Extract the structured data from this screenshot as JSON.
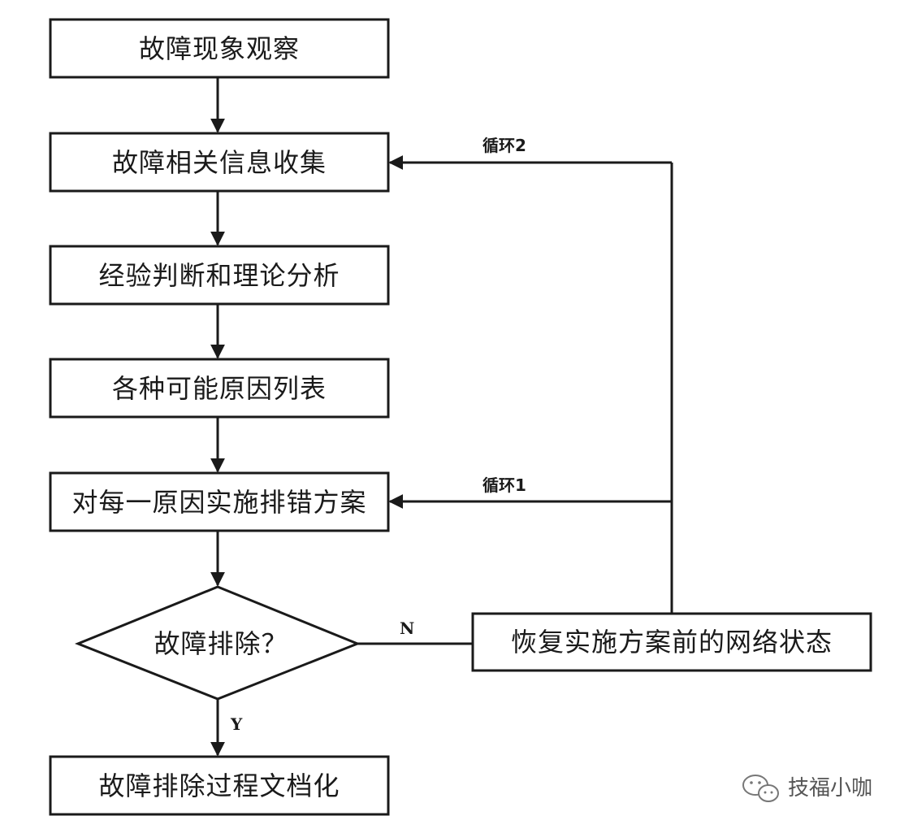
{
  "nodes": {
    "observe": "故障现象观察",
    "collect": "故障相关信息收集",
    "analyze": "经验判断和理论分析",
    "causes": "各种可能原因列表",
    "implement": "对每一原因实施排错方案",
    "decision": "故障排除？",
    "restore": "恢复实施方案前的网络状态",
    "document": "故障排除过程文档化"
  },
  "edges": {
    "loop2": "循环2",
    "loop1": "循环1",
    "no": "N",
    "yes": "Y"
  },
  "watermark": {
    "text": "技福小咖",
    "icon": "wechat-icon"
  },
  "colors": {
    "line": "#1a1a1a",
    "background": "#ffffff",
    "watermark": "#555555"
  }
}
